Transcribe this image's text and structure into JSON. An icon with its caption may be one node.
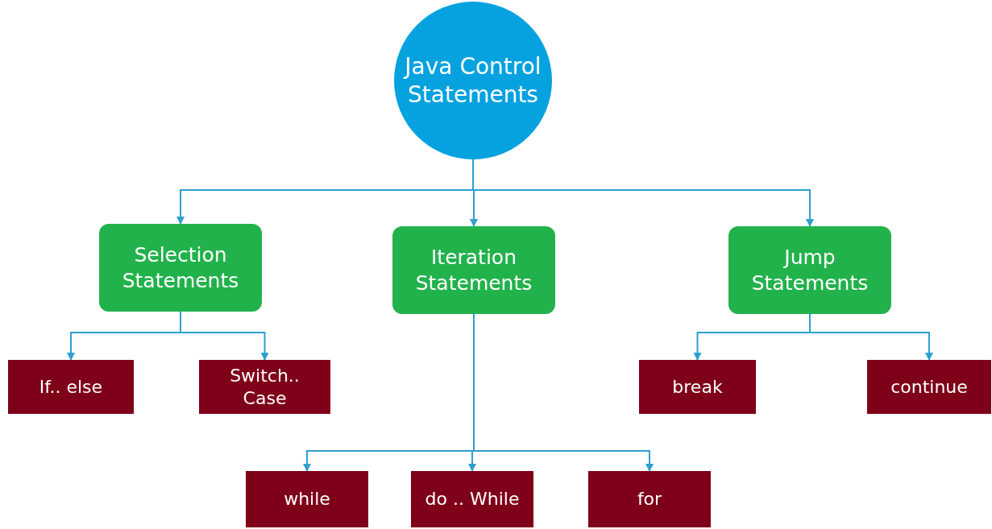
{
  "diagram": {
    "nodes": [
      {
        "text": [
          "Java Control Statements"
        ]
      },
      {
        "text": [
          "Selection Statements"
        ]
      },
      {
        "text": [
          "Iteration Statements"
        ]
      },
      {
        "text": [
          "Jump Statements"
        ]
      },
      {
        "text": [
          "If.. else"
        ]
      },
      {
        "text": [
          "Switch.. Case"
        ]
      },
      {
        "text": [
          "break"
        ]
      },
      {
        "text": [
          "continue"
        ]
      },
      {
        "text": [
          "while"
        ]
      },
      {
        "text": [
          "do .. While"
        ]
      },
      {
        "text": [
          "for"
        ]
      }
    ],
    "edges": [
      {
        "from": 0,
        "to": 1,
        "arrow": "to"
      },
      {
        "from": 0,
        "to": 2,
        "arrow": "to"
      },
      {
        "from": 0,
        "to": 3,
        "arrow": "to"
      },
      {
        "from": 1,
        "to": 4,
        "arrow": "to"
      },
      {
        "from": 1,
        "to": 5,
        "arrow": "to"
      },
      {
        "from": 3,
        "to": 6,
        "arrow": "to"
      },
      {
        "from": 3,
        "to": 7,
        "arrow": "to"
      },
      {
        "from": 2,
        "to": 8,
        "arrow": "to"
      },
      {
        "from": 2,
        "to": 9,
        "arrow": "to"
      },
      {
        "from": 2,
        "to": 10,
        "arrow": "to"
      }
    ]
  }
}
